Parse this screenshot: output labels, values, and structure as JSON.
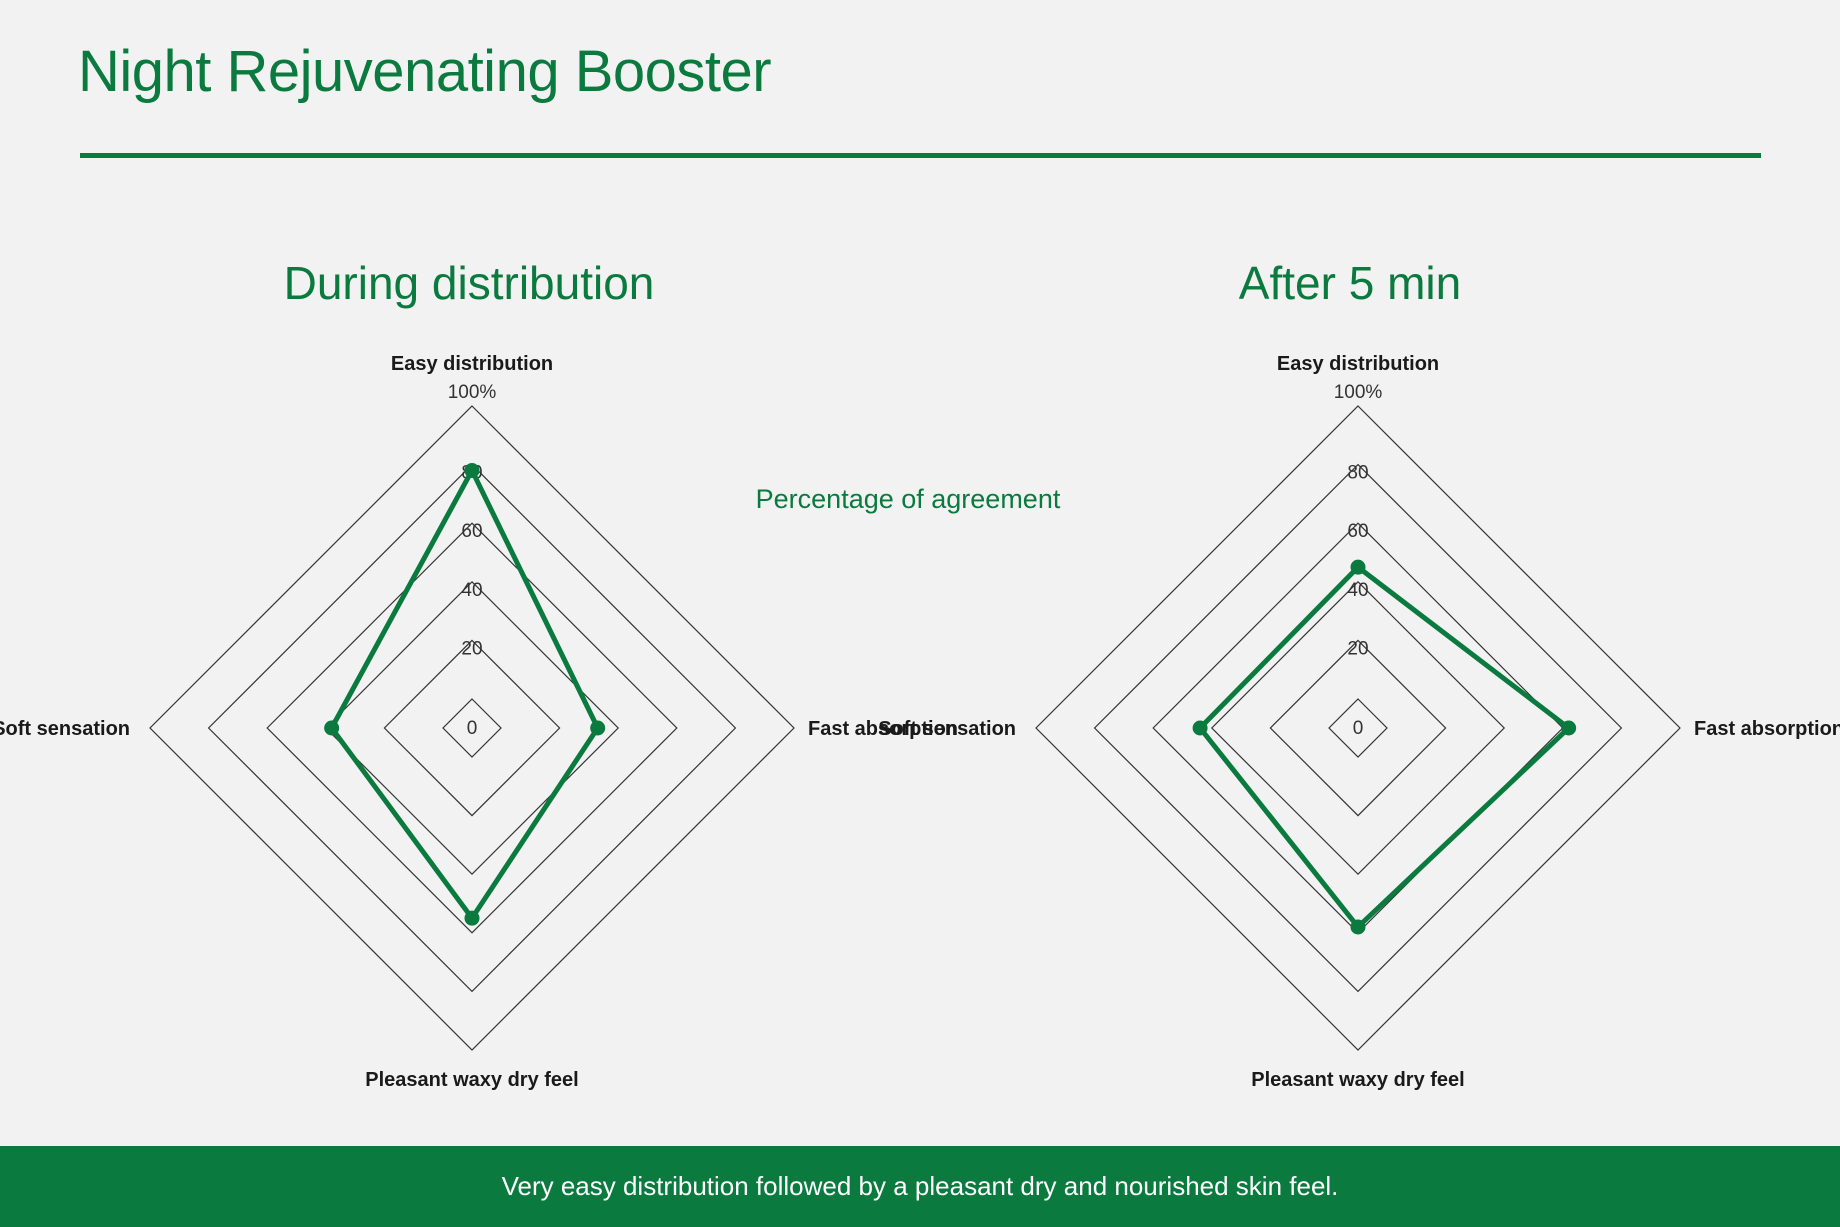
{
  "page": {
    "title": "Night Rejuvenating Booster",
    "center_note": "Percentage of agreement",
    "footer": "Very easy distribution followed by a pleasant dry and nourished skin feel."
  },
  "colors": {
    "accent": "#0a7a3e",
    "background": "#f2f2f2",
    "grid": "#333333",
    "label": "#1a1a1a"
  },
  "chart_data": [
    {
      "type": "radar",
      "title": "During distribution",
      "axes": [
        "Easy distribution",
        "Fast absorption",
        "Pleasant waxy dry feel",
        "Soft sensation"
      ],
      "ticks": [
        "0",
        "20",
        "40",
        "60",
        "80",
        "100%"
      ],
      "tick_values": [
        0,
        20,
        40,
        60,
        80,
        100
      ],
      "range": [
        0,
        100
      ],
      "series": [
        {
          "values": [
            78,
            33,
            55,
            38
          ]
        }
      ]
    },
    {
      "type": "radar",
      "title": "After 5 min",
      "axes": [
        "Easy distribution",
        "Fast absorption",
        "Pleasant waxy dry feel",
        "Soft sensation"
      ],
      "ticks": [
        "0",
        "20",
        "40",
        "60",
        "80",
        "100%"
      ],
      "tick_values": [
        0,
        20,
        40,
        60,
        80,
        100
      ],
      "range": [
        0,
        100
      ],
      "series": [
        {
          "values": [
            45,
            62,
            58,
            44
          ]
        }
      ]
    }
  ]
}
